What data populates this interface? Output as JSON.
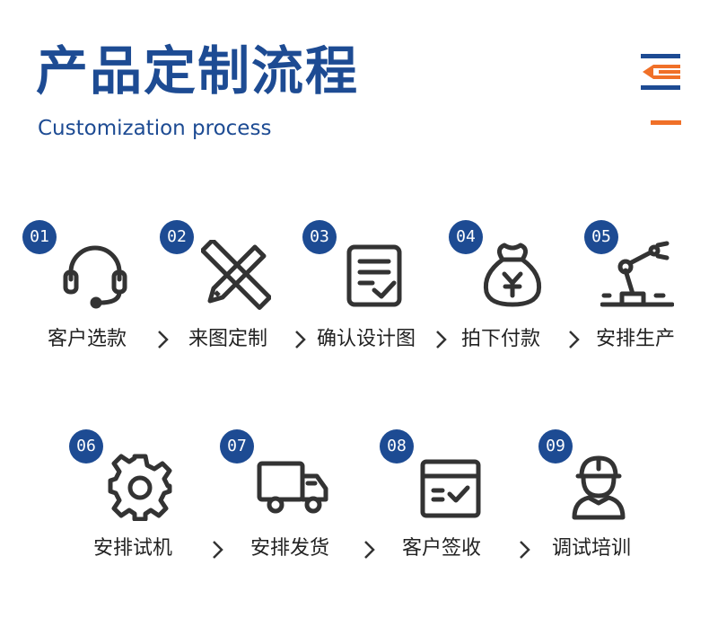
{
  "header": {
    "title": "产品定制流程",
    "subtitle": "Customization process"
  },
  "colors": {
    "brand": "#1d4b93",
    "accent": "#f07028",
    "text": "#222222",
    "icon": "#333333"
  },
  "steps": [
    {
      "number": "01",
      "label": "客户选款",
      "icon": "headset-icon"
    },
    {
      "number": "02",
      "label": "来图定制",
      "icon": "ruler-pencil-icon"
    },
    {
      "number": "03",
      "label": "确认设计图",
      "icon": "document-check-icon"
    },
    {
      "number": "04",
      "label": "拍下付款",
      "icon": "money-bag-icon"
    },
    {
      "number": "05",
      "label": "安排生产",
      "icon": "robot-arm-icon"
    },
    {
      "number": "06",
      "label": "安排试机",
      "icon": "gear-icon"
    },
    {
      "number": "07",
      "label": "安排发货",
      "icon": "truck-icon"
    },
    {
      "number": "08",
      "label": "客户签收",
      "icon": "box-check-icon"
    },
    {
      "number": "09",
      "label": "调试培训",
      "icon": "worker-icon"
    }
  ],
  "arrow_icon": "chevron-right-icon"
}
